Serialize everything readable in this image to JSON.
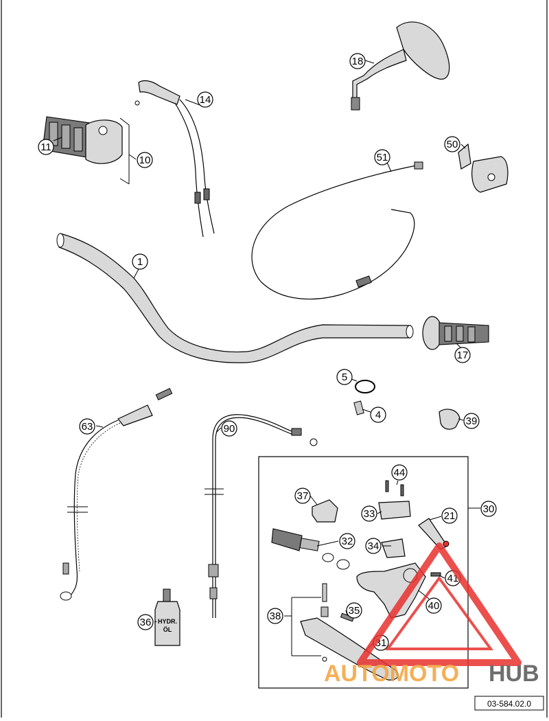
{
  "diagram": {
    "drawing_number": "03-584.02.0",
    "watermark": {
      "text_part1": "AUTOMOTO",
      "text_part2": "HUB",
      "color_red": "#e8322f",
      "color_orange": "#f4a23a",
      "color_dark": "#555555"
    },
    "callouts": {
      "c1": "1",
      "c4": "4",
      "c5": "5",
      "c10": "10",
      "c11": "11",
      "c14": "14",
      "c17": "17",
      "c18": "18",
      "c21": "21",
      "c30": "30",
      "c31": "31",
      "c32": "32",
      "c33": "33",
      "c34": "34",
      "c35": "35",
      "c36": "36",
      "c37": "37",
      "c38": "38",
      "c39": "39",
      "c40": "40",
      "c41": "41",
      "c44": "44",
      "c50": "50",
      "c51": "51",
      "c63": "63",
      "c90": "90"
    },
    "hydraulic_bottle_label_line1": "HYDR.",
    "hydraulic_bottle_label_line2": "ÖL"
  }
}
